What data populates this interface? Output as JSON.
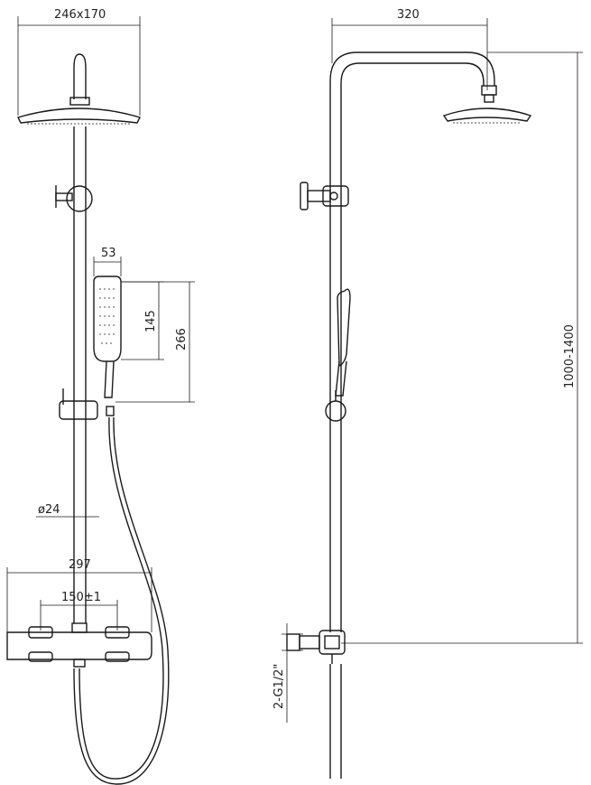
{
  "dimensions": {
    "head_size": "246x170",
    "arm_length": "320",
    "handset_width": "53",
    "handset_head": "145",
    "handset_length": "266",
    "pipe_diameter": "ø24",
    "mixer_width": "297",
    "mixer_centers": "150±1",
    "height_range": "1000-1400",
    "connection": "2-G1/2\""
  },
  "colors": {
    "line": "#1a1a1a",
    "background": "#ffffff"
  }
}
